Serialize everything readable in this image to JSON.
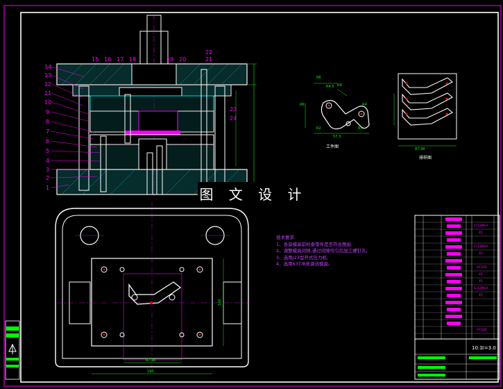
{
  "title_overlay": "图 文 设 计",
  "part_numbers_left": [
    "14",
    "13",
    "12",
    "11",
    "10",
    "9",
    "8",
    "7",
    "6",
    "5",
    "4",
    "3",
    "2",
    "1"
  ],
  "part_numbers_top": [
    "15",
    "16",
    "17",
    "18",
    "19",
    "20",
    "21",
    "22"
  ],
  "part_numbers_right": [
    "23",
    "24"
  ],
  "view_labels": {
    "workpiece": "工件图",
    "strip": "排样图"
  },
  "notes": {
    "heading": "技术要求:",
    "items": [
      "1、各装模具前检查零件是否符合图纸;",
      "2、调整模具间隙,通过间隙均匀后加工螺钉孔;",
      "3、选用J23型开式压力机;",
      "4、选用63T冲床调试模具。"
    ]
  },
  "dims": {
    "plate_width": "190",
    "plate_height": "160",
    "inner_width": "87.38",
    "strip_width": "87.38"
  },
  "title_block": {
    "scale": "10:1",
    "thickness": "t=3.0"
  },
  "materials": [
    "Cr12MoV",
    "45",
    "Cr12MoV",
    "45",
    "HT200",
    "45",
    "45",
    "Cr12MoV",
    "45",
    "HT200"
  ],
  "colors": {
    "line": "#ffffff",
    "part": "#00ffff",
    "dim": "#00ff00",
    "label": "#ff00ff",
    "border": "#ff00ff"
  }
}
